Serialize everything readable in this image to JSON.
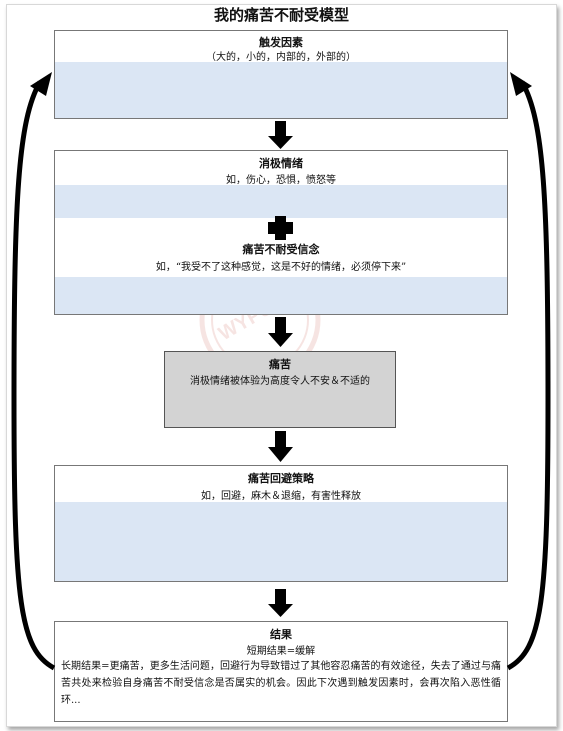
{
  "title": "我的痛苦不耐受模型",
  "triggers": {
    "label": "触发因素",
    "detail": "（大的，小的，内部的，外部的）"
  },
  "negative_emotions": {
    "label": "消极情绪",
    "detail": "如，伤心，恐惧，愤怒等"
  },
  "intolerance_beliefs": {
    "label": "痛苦不耐受信念",
    "detail": "如，“我受不了这种感觉，这是不好的情绪，必须停下来”"
  },
  "distress": {
    "label": "痛苦",
    "detail": "消极情绪被体验为高度令人不安＆不适的"
  },
  "avoidance": {
    "label": "痛苦回避策略",
    "detail": "如，回避，麻木＆退缩，有害性释放"
  },
  "outcome": {
    "label": "结果",
    "short_term": "短期结果=缓解",
    "long_term": "长期结果=更痛苦，更多生活问题，回避行为导致错过了其他容忍痛苦的有效途径，失去了通过与痛苦共处来检验自身痛苦不耐受信念是否属实的机会。因此下次遇到触发因素时，会再次陷入恶性循环..."
  },
  "watermark": {
    "text": "WYPS"
  },
  "colors": {
    "band": "#dbe6f4",
    "distress_fill": "#d3d3d3",
    "arrow": "#000000",
    "watermark": "#c0392b"
  }
}
